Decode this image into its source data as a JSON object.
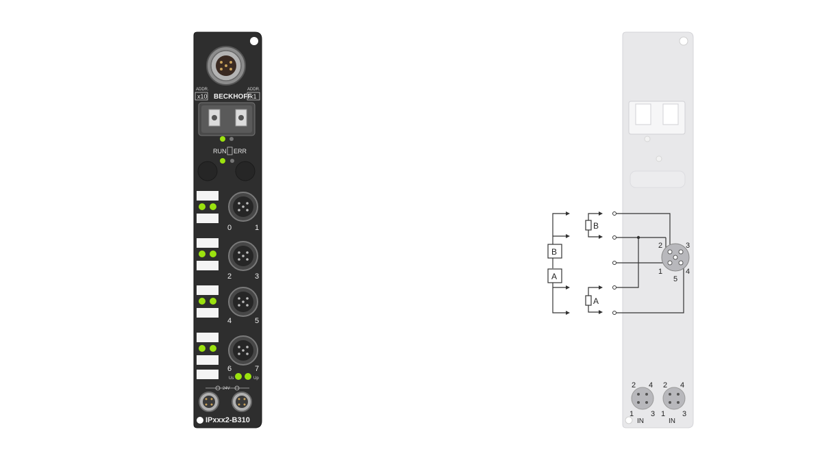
{
  "device": {
    "brand": "BECKHOFF",
    "addr_left_title": "ADDR.",
    "addr_left_value": "x10",
    "addr_right_title": "ADDR.",
    "addr_right_value": "x1",
    "status_run": "RUN",
    "status_err": "ERR",
    "channels": [
      "0",
      "1",
      "2",
      "3",
      "4",
      "5",
      "6",
      "7"
    ],
    "supply_us": "Us",
    "supply_up": "Up",
    "power_label": "24V",
    "model": "IPxxx2-B310",
    "colors": {
      "body": "#2e2e2e",
      "led_green": "#9be20f",
      "label_white": "#f4f4f4"
    }
  },
  "diagram": {
    "box_b": "B",
    "box_a": "A",
    "sensor_b": "B",
    "sensor_a": "A",
    "pins": {
      "p1": "1",
      "p2": "2",
      "p3": "3",
      "p4": "4",
      "p5": "5"
    },
    "power_in": [
      {
        "pins": [
          "2",
          "4",
          "1",
          "3"
        ],
        "label": "IN"
      },
      {
        "pins": [
          "2",
          "4",
          "1",
          "3"
        ],
        "label": "IN"
      }
    ],
    "colors": {
      "panel": "#e8e8ea",
      "line": "#333333"
    }
  }
}
